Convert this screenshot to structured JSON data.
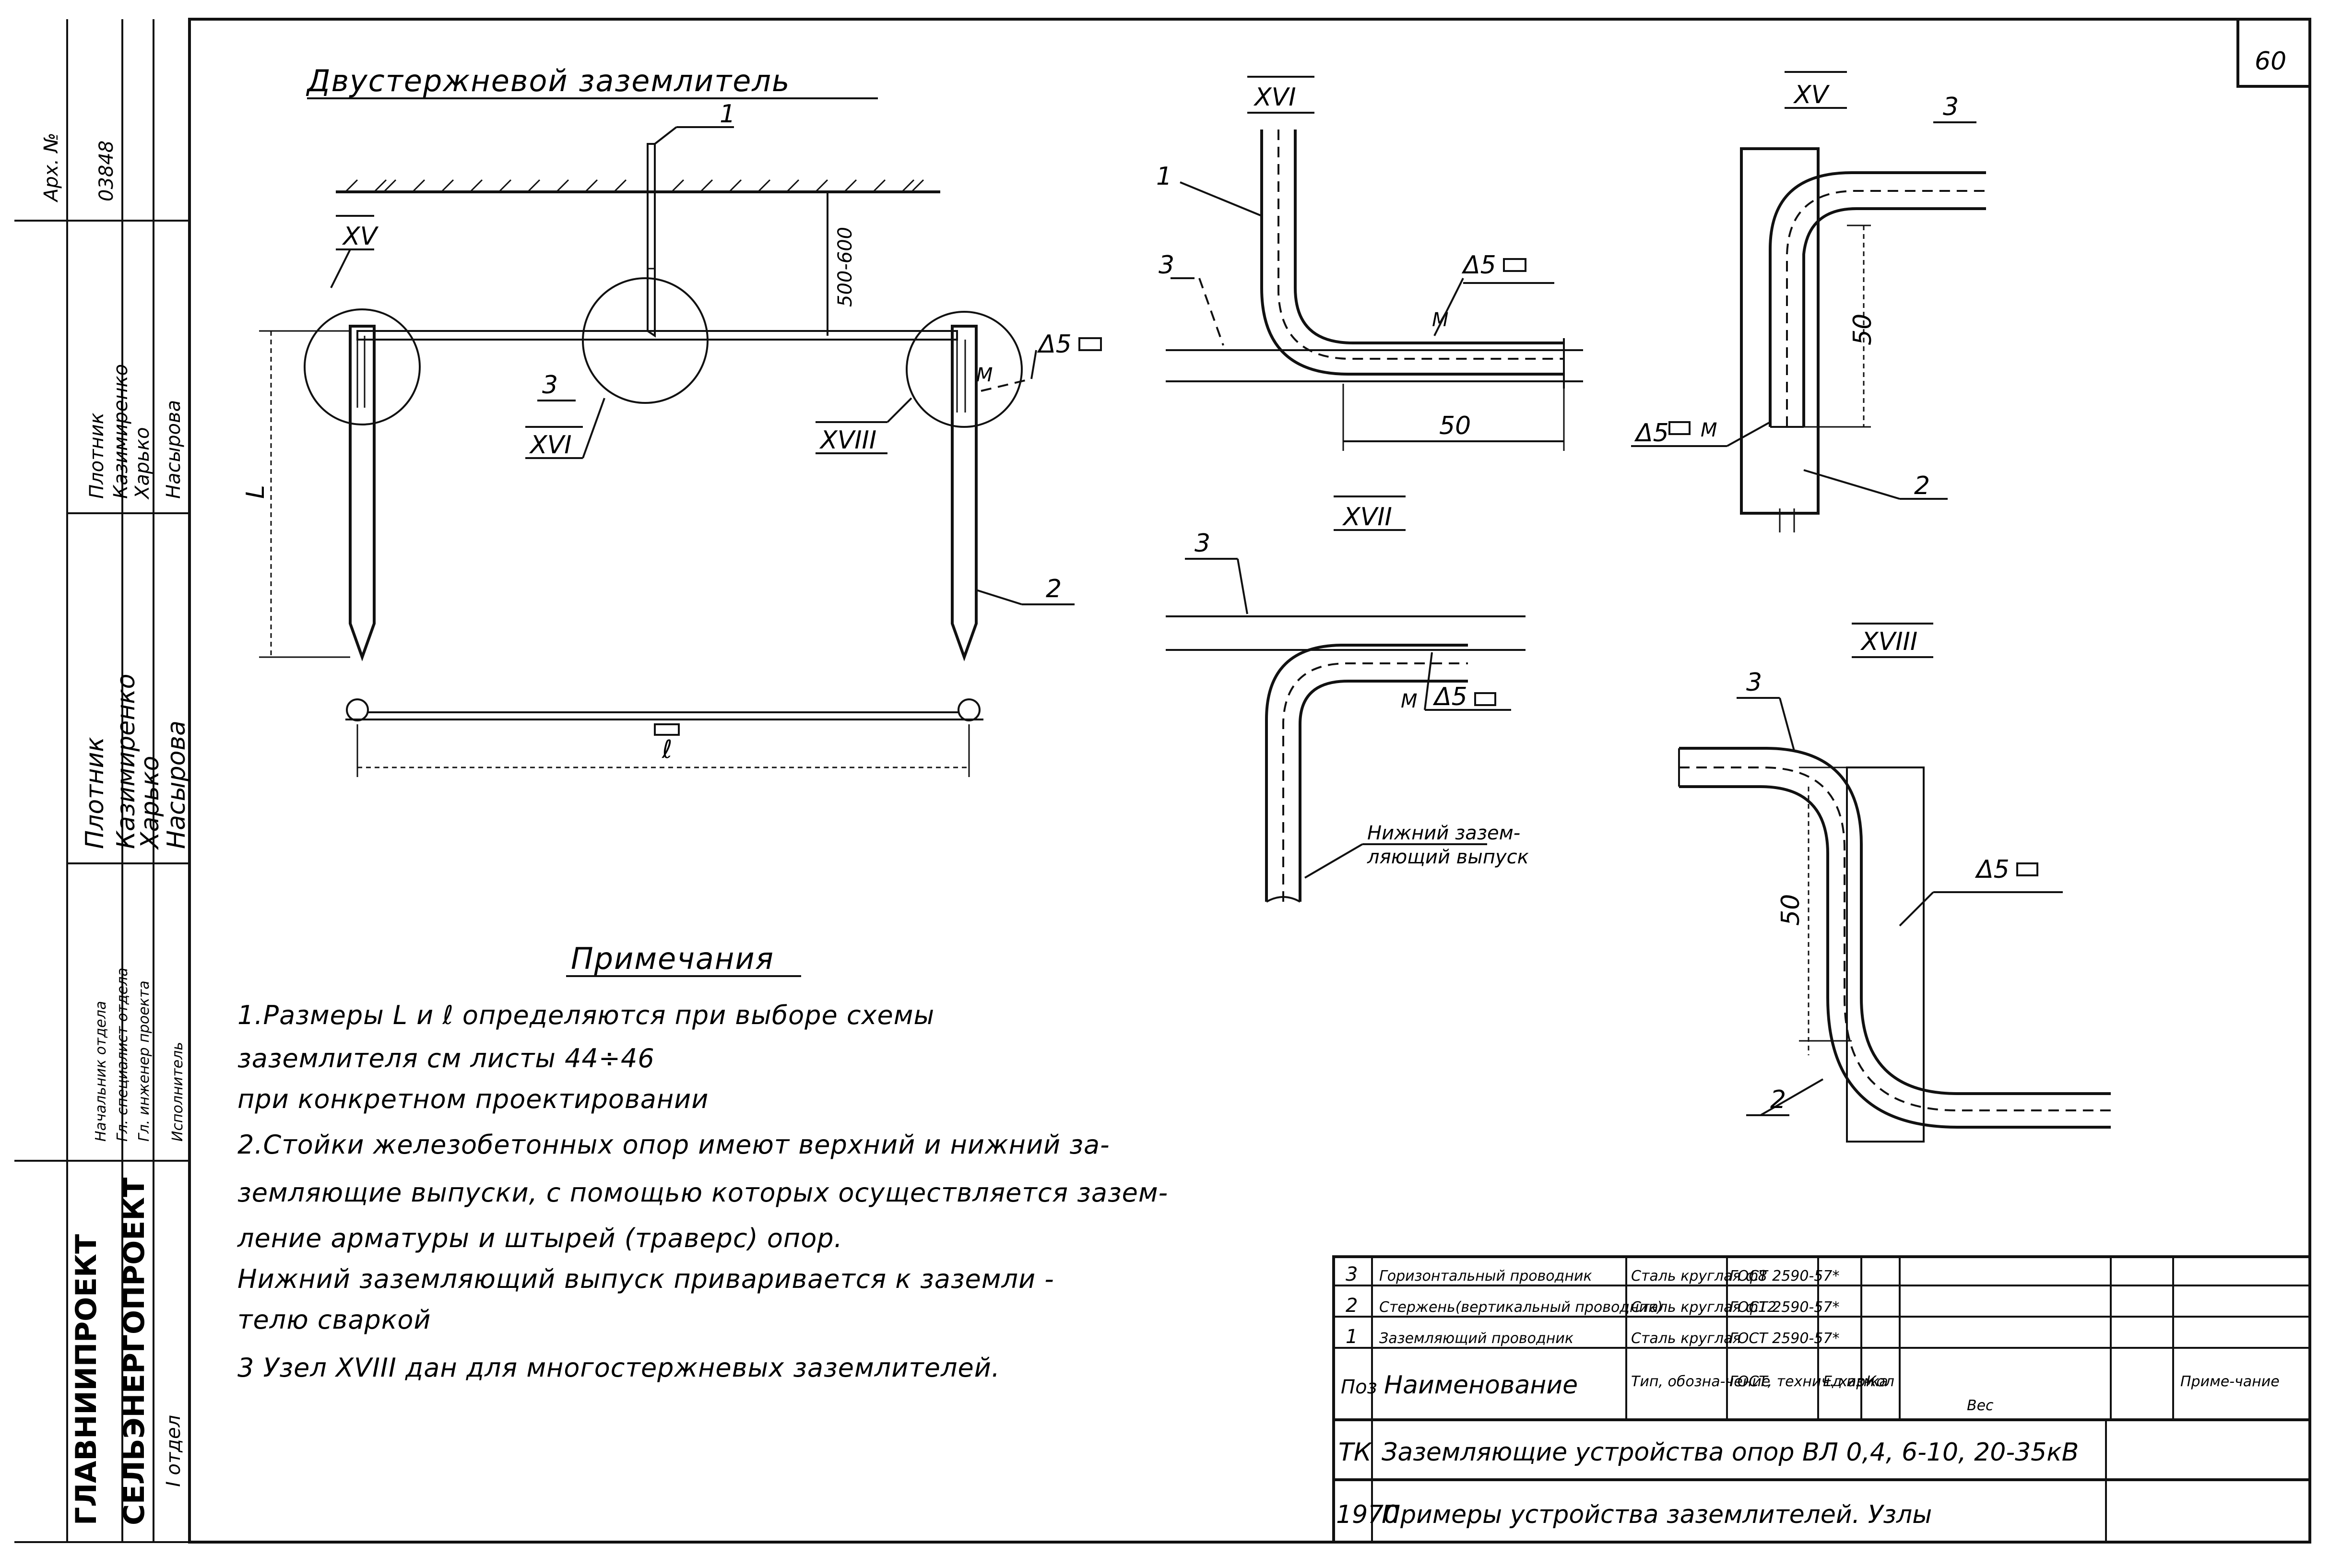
{
  "sheet_number": "60",
  "archive": {
    "label": "Арх. №",
    "number": "03848"
  },
  "main_title": "Двустержневой заземлитель",
  "main_view": {
    "callouts": {
      "rod_top": "1",
      "horizontal": "3",
      "rod_right": "2"
    },
    "depth_dim": "500-600",
    "height_dim": "L",
    "length_dim": "ℓ",
    "weld_mark": "М",
    "weld_symbol": "Δ5",
    "node_labels": {
      "left": "XV",
      "middle": "XVI",
      "right": "XVIII"
    }
  },
  "detail_xvi": {
    "title": "XVI",
    "callouts": [
      "1",
      "3"
    ],
    "weld_mark": "М",
    "weld": "Δ5",
    "dim": "50"
  },
  "detail_xv": {
    "title": "XV",
    "callouts": [
      "3",
      "2"
    ],
    "weld": "Δ5",
    "weld_mark": "М",
    "dim": "50"
  },
  "detail_xvii": {
    "title": "XVII",
    "callouts": [
      "3"
    ],
    "weld_mark": "М",
    "weld": "Δ5",
    "note_line1": "Нижний зазем-",
    "note_line2": "ляющий выпуск"
  },
  "detail_xviii": {
    "title": "XVIII",
    "callouts": [
      "3",
      "2"
    ],
    "weld": "Δ5",
    "dim": "50"
  },
  "notes": {
    "heading": "Примечания",
    "lines": [
      "1.Размеры L и ℓ определяются при выборе схемы",
      "заземлителя  см листы 44÷46",
      "при конкретном проектировании",
      "2.Стойки железобетонных опор имеют верхний и нижний за-",
      "земляющие выпуски, с помощью которых осуществляется зазем-",
      "ление арматуры и штырей (траверс) опор.",
      "Нижний заземляющий выпуск приваривается к заземли -",
      "телю сваркой",
      "3 Узел XVIII дан для многостержневых заземлителей."
    ]
  },
  "spec_table": {
    "rows": [
      {
        "pos": "3",
        "name": "Горизонтальный проводник",
        "type": "Сталь круглая ф8",
        "gost": "ГОСТ 2590-57*"
      },
      {
        "pos": "2",
        "name": "Стержень(вертикальный проводник)",
        "type": "Сталь круглая ф12",
        "gost": "ГОСТ 2590-57*"
      },
      {
        "pos": "1",
        "name": "Заземляющий проводник",
        "type": "Сталь круглая",
        "gost": "ГОСТ 2590-57*"
      }
    ],
    "header": {
      "pos": "Поз",
      "name": "Наименование",
      "type": "Тип, обозна-чение",
      "gost": "ГОСТ, технич. хар-ка",
      "unit": "Ед изм",
      "qty": "Кол",
      "weight": "Вес",
      "note": "Приме-чание"
    }
  },
  "title_block": {
    "code": "ТК",
    "project": "Заземляющие устройства опор ВЛ 0,4, 6-10, 20-35кВ",
    "year": "1970",
    "sheet_title": "Примеры устройства заземлителей. Узлы"
  },
  "side_stamp": {
    "org1": "ГЛАВНИИПРОЕКТ",
    "org2": "СЕЛЬЭНЕРГОПРОЕКТ",
    "dept": "I отдел",
    "roles": [
      "Начальник отдела",
      "Гл. специалист отдела",
      "Гл. инженер проекта",
      "Исполнитель"
    ],
    "names": [
      "Плотник",
      "Казимиренко",
      "Харько",
      "Насырова"
    ],
    "signatures": [
      "Плотник",
      "Казимиренко",
      "Харько",
      "Насырова"
    ]
  }
}
